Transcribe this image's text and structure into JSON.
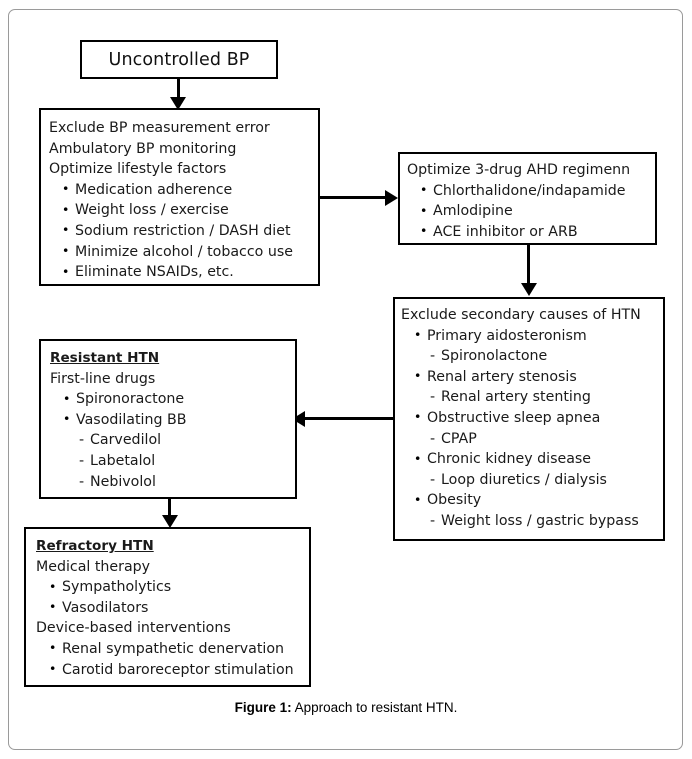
{
  "figure": {
    "caption_label": "Figure 1:",
    "caption_text": " Approach to resistant HTN."
  },
  "nodes": {
    "uncontrolled_bp": {
      "title": "Uncontrolled BP"
    },
    "exclude_error": {
      "line1": "Exclude BP measurement error",
      "line2": "Ambulatory BP monitoring",
      "line3": "Optimize lifestyle factors",
      "bullets": [
        "Medication adherence",
        "Weight loss / exercise",
        "Sodium restriction / DASH diet",
        "Minimize alcohol / tobacco use",
        "Eliminate NSAIDs, etc."
      ]
    },
    "optimize_regimen": {
      "title": "Optimize 3-drug AHD regimenn",
      "bullets": [
        "Chlorthalidone/indapamide",
        "Amlodipine",
        "ACE inhibitor or ARB"
      ]
    },
    "secondary_causes": {
      "title": "Exclude secondary causes of HTN",
      "items": [
        {
          "level": 1,
          "text": "Primary aidosteronism"
        },
        {
          "level": 2,
          "text": "Spironolactone"
        },
        {
          "level": 1,
          "text": "Renal artery stenosis"
        },
        {
          "level": 2,
          "text": "Renal artery stenting"
        },
        {
          "level": 1,
          "text": "Obstructive sleep apnea"
        },
        {
          "level": 2,
          "text": "CPAP"
        },
        {
          "level": 1,
          "text": "Chronic kidney disease"
        },
        {
          "level": 2,
          "text": "Loop diuretics / dialysis"
        },
        {
          "level": 1,
          "text": "Obesity"
        },
        {
          "level": 2,
          "text": "Weight loss / gastric bypass"
        }
      ]
    },
    "resistant_htn": {
      "heading": "Resistant HTN",
      "subheading": "First-line drugs",
      "items": [
        {
          "level": 1,
          "text": "Spironoractone"
        },
        {
          "level": 1,
          "text": "Vasodilating BB"
        },
        {
          "level": 2,
          "text": "Carvedilol"
        },
        {
          "level": 2,
          "text": "Labetalol"
        },
        {
          "level": 2,
          "text": "Nebivolol"
        }
      ]
    },
    "refractory_htn": {
      "heading": "Refractory HTN",
      "subheading_1": "Medical therapy",
      "bullets_1": [
        "Sympatholytics",
        "Vasodilators"
      ],
      "subheading_2": "Device-based interventions",
      "bullets_2": [
        "Renal sympathetic denervation",
        "Carotid baroreceptor stimulation"
      ]
    }
  },
  "connectors": [
    {
      "name": "uncontrolled-bp-to-exclude-error",
      "direction": "down"
    },
    {
      "name": "exclude-error-to-optimize-regimen",
      "direction": "right"
    },
    {
      "name": "optimize-regimen-to-secondary-causes",
      "direction": "down"
    },
    {
      "name": "secondary-causes-to-resistant-htn",
      "direction": "left"
    },
    {
      "name": "resistant-htn-to-refractory-htn",
      "direction": "down"
    }
  ],
  "colors": {
    "stroke": "#000000",
    "text": "#1a1a1a",
    "frame": "#9a9a9a",
    "background": "#ffffff"
  }
}
